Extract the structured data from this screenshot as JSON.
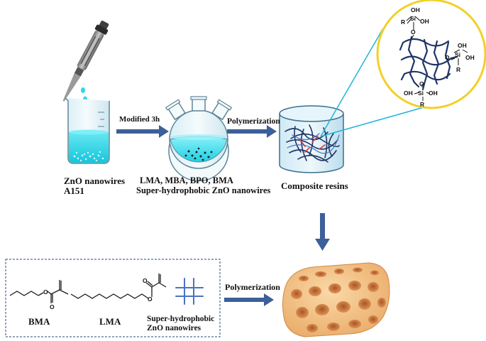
{
  "stage1": {
    "line1": "ZnO nanowires",
    "line2": "A151"
  },
  "arrow1": {
    "label": "Modified 3h"
  },
  "stage2": {
    "line1": "LMA, MBA, BPO, BMA",
    "line2": "Super-hydrophobic  ZnO nanowires"
  },
  "arrow2": {
    "label": "Polymerization"
  },
  "stage3": {
    "label": "Composite resins"
  },
  "inset": {
    "groups": [
      {
        "oh_a": "OH",
        "si": "Si",
        "oh_b": "OH",
        "r": "R",
        "o": "O"
      },
      {
        "oh_a": "OH",
        "si": "Si",
        "oh_b": "OH",
        "r": "R",
        "o": "O"
      },
      {
        "oh_a": "OH",
        "si": "Si",
        "oh_b": "OH",
        "r": "R",
        "o": "O"
      }
    ]
  },
  "bottom": {
    "bma": "BMA",
    "lma": "LMA",
    "nanowires_line1": "Super-hydrophobic",
    "nanowires_line2": "ZnO nanowires",
    "arrow_label": "Polymerization"
  },
  "colors": {
    "liquid": "#33d6e8",
    "arrow": "#3d5f9a",
    "inset_ring": "#f2d02a",
    "connector": "#22b4d8",
    "network": "#1f3566",
    "nanowire_grid": "#4a72c4",
    "foam": "#f2c48d",
    "foam_pore": "#c5703a"
  }
}
